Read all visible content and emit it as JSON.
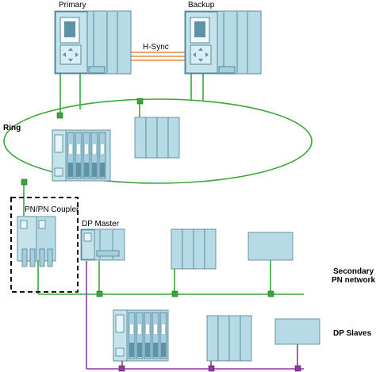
{
  "labels": {
    "primary": "Primary",
    "backup": "Backup",
    "hsync": "H-Sync",
    "ring": "Ring",
    "coupler": "PN/PN Coupler",
    "dp_master": "DP Master",
    "secondary_line1": "Secondary",
    "secondary_line2": "PN network",
    "dp_slaves": "DP Slaves"
  },
  "colors": {
    "device_fill": "#b7dbe6",
    "device_stroke": "#4b7f91",
    "device_dark": "#8fc1d1",
    "green_network": "#3aa63a",
    "sync_orange": "#e8873a",
    "dp_purple": "#8a3d9c",
    "coupler_dash": "#111111"
  }
}
